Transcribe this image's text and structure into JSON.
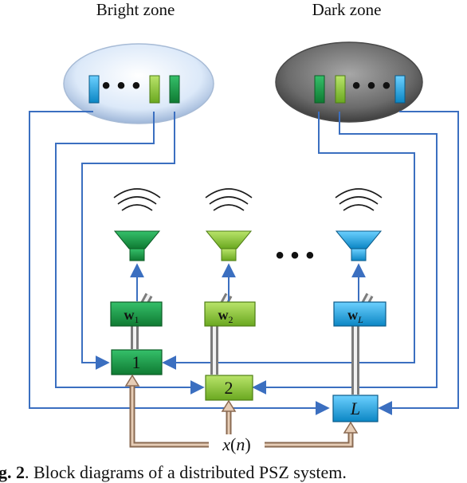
{
  "zones": {
    "bright_label": "Bright zone",
    "dark_label": "Dark zone",
    "ellipsis": "• • •"
  },
  "nodes": {
    "box1": "1",
    "box2": "2",
    "boxL": "L",
    "ellipsis": "• • •"
  },
  "weights": {
    "symbol": "w",
    "sub1": "1",
    "sub2": "2",
    "subL": "L"
  },
  "input": {
    "x": "x",
    "open_paren": "(",
    "n": "n",
    "close_paren": ")"
  },
  "caption": {
    "prefix": "g. 2",
    "text": ". Block diagrams of a distributed PSZ system."
  },
  "colors": {
    "wire": "#3b6fc0",
    "dark_green": "#1a9440",
    "light_green": "#8ccb2e",
    "cyan": "#1fa7e0",
    "signal": "#8a6a52",
    "bright_zone": "#dce9f9",
    "dark_zone": "#6b6b6b"
  }
}
